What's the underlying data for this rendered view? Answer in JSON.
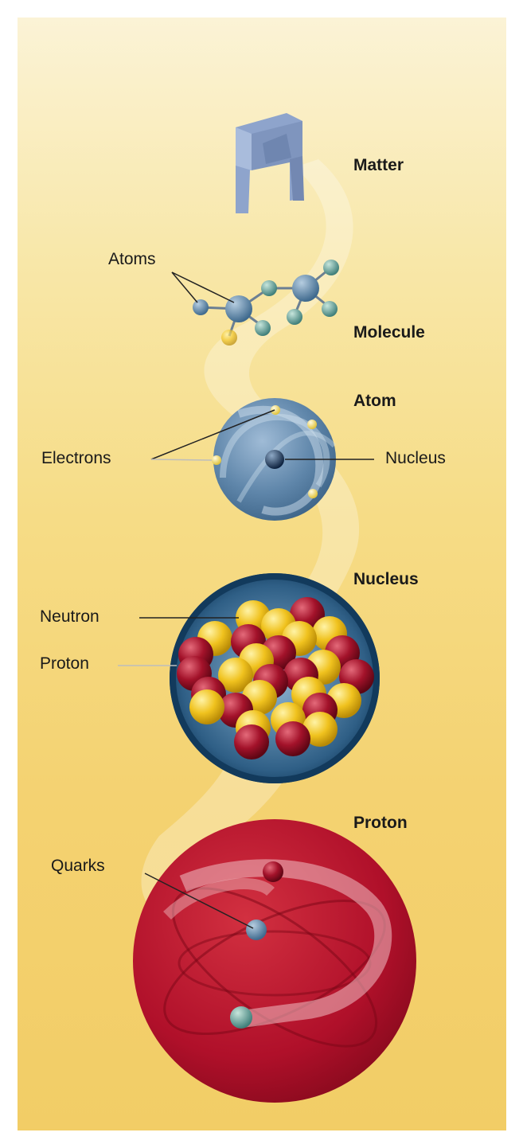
{
  "levels": {
    "matter": "Matter",
    "molecule": "Molecule",
    "atom": "Atom",
    "nucleus": "Nucleus",
    "proton": "Proton"
  },
  "callouts": {
    "atoms": "Atoms",
    "electrons": "Electrons",
    "nucleus": "Nucleus",
    "neutron": "Neutron",
    "proton": "Proton",
    "quarks": "Quarks"
  },
  "colors": {
    "neutron": "#e8b816",
    "proton": "#a3122a",
    "atom_blue": "#5f86aa",
    "nucleus_ring": "#123a5c",
    "proton_sphere": "#b0102a",
    "chair": "#8ea4cc"
  }
}
